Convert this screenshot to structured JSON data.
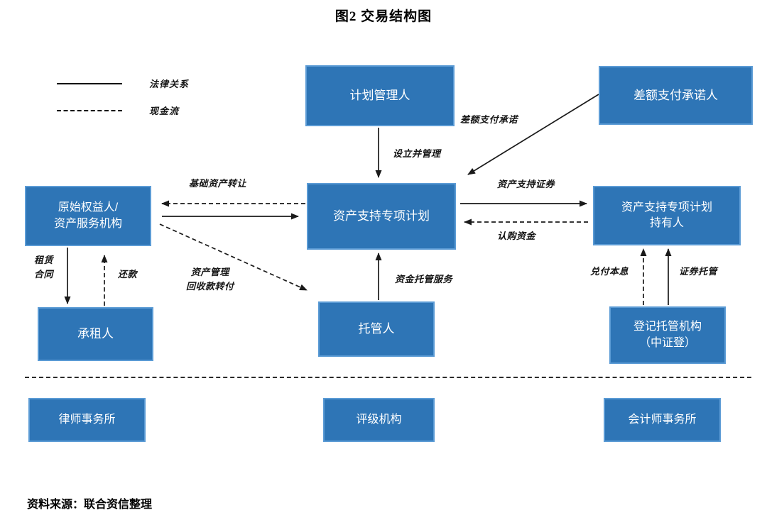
{
  "title": "图2  交易结构图",
  "legend": {
    "solid_label": "法律关系",
    "dashed_label": "现金流"
  },
  "nodes": {
    "plan_manager": "计划管理人",
    "diff_payment_promisor": "差额支付承诺人",
    "original_holder": "原始权益人/\n资产服务机构",
    "spv": "资产支持专项计划",
    "holders": "资产支持专项计划\n持有人",
    "lessee": "承租人",
    "custodian": "托管人",
    "registrar": "登记托管机构\n（中证登）",
    "law_firm": "律师事务所",
    "rating_agency": "评级机构",
    "accounting_firm": "会计师事务所"
  },
  "edge_labels": {
    "setup_manage": "设立并管理",
    "diff_promise": "差额支付承诺",
    "asset_transfer": "基础资产转让",
    "abs_securities": "资产支持证券",
    "subscription_funds": "认购资金",
    "lease_contract": "租赁\n合同",
    "repayment": "还款",
    "recovery_transfer": "资产管理\n回收款转付",
    "fund_custody": "资金托管服务",
    "principal_interest": "兑付本息",
    "securities_custody": "证券托管"
  },
  "source": "资料来源：联合资信整理",
  "colors": {
    "box_fill": "#2e75b6",
    "box_border": "#5b9bd5",
    "box_text": "#ffffff",
    "line": "#1a1a1a"
  }
}
